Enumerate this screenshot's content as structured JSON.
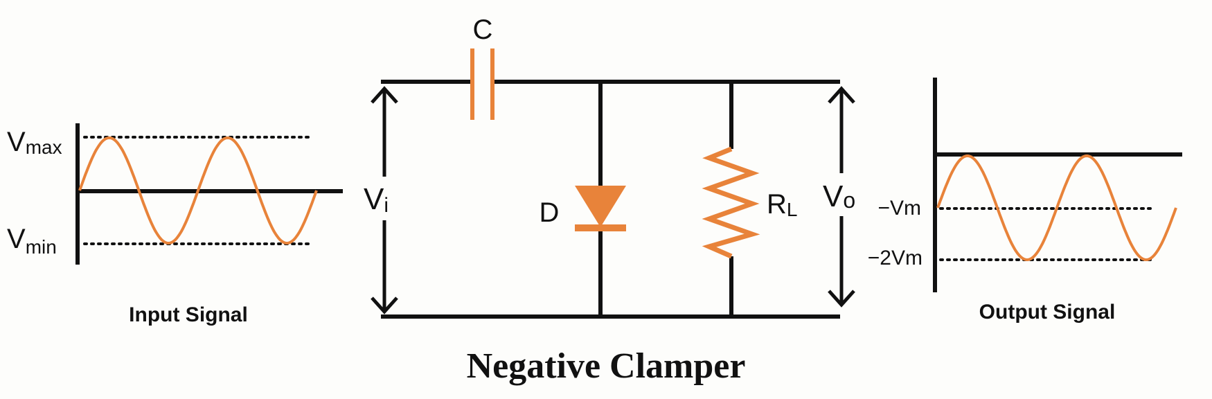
{
  "title": "Negative Clamper",
  "colors": {
    "wire": "#111111",
    "component": "#e8833a",
    "background": "#fdfdfb"
  },
  "input_signal": {
    "caption": "Input Signal",
    "vmax_label": {
      "main": "V",
      "sub": "max"
    },
    "vmin_label": {
      "main": "V",
      "sub": "min"
    },
    "cycles": 2
  },
  "output_signal": {
    "caption": "Output Signal",
    "level1_label": "−Vm",
    "level2_label": "−2Vm",
    "cycles": 2
  },
  "circuit": {
    "capacitor_label": "C",
    "diode_label": "D",
    "resistor_label": {
      "main": "R",
      "sub": "L"
    },
    "vin_label": {
      "main": "V",
      "sub": "i"
    },
    "vout_label": {
      "main": "V",
      "sub": "o"
    }
  }
}
